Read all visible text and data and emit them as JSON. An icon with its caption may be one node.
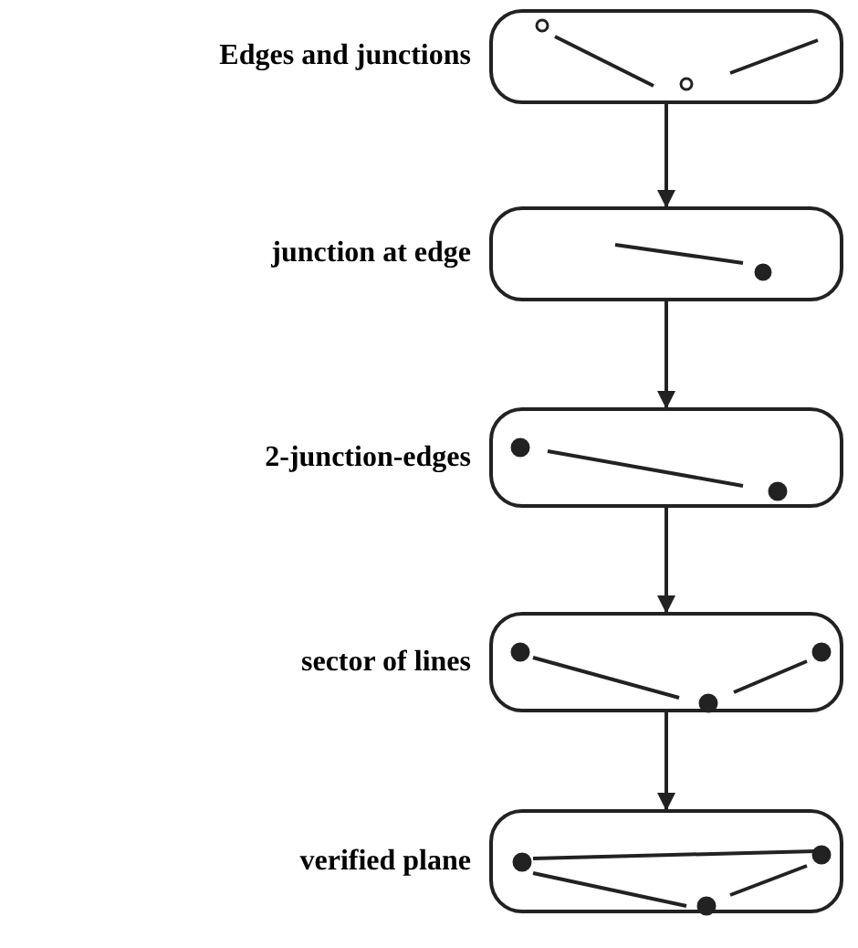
{
  "diagram": {
    "nodes": [
      {
        "text": [],
        "shape": "box",
        "beside": [
          "Edges and junctions"
        ]
      },
      {
        "text": [],
        "shape": "box",
        "beside": [
          "junction at edge"
        ]
      },
      {
        "text": [],
        "shape": "box",
        "beside": [
          "2-junction-edges"
        ]
      },
      {
        "text": [],
        "shape": "box",
        "beside": [
          "sector of lines"
        ]
      },
      {
        "text": [],
        "shape": "box",
        "beside": [
          "verified plane"
        ]
      }
    ],
    "edges": [
      {
        "from": 0,
        "to": 1,
        "arrow": "to"
      },
      {
        "from": 1,
        "to": 2,
        "arrow": "to"
      },
      {
        "from": 2,
        "to": 3,
        "arrow": "to"
      },
      {
        "from": 3,
        "to": 4,
        "arrow": "to"
      }
    ]
  }
}
